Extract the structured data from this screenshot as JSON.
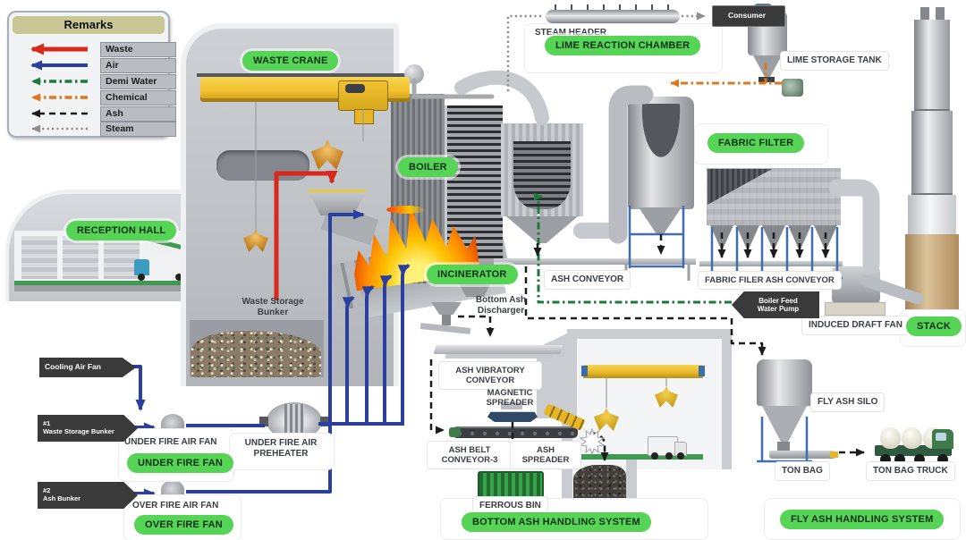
{
  "legend": {
    "title": "Remarks",
    "items": [
      {
        "label": "Waste",
        "color": "#d8291d",
        "style": "solid"
      },
      {
        "label": "Air",
        "color": "#2b3f9f",
        "style": "solid"
      },
      {
        "label": "Demi Water",
        "color": "#1d7a3c",
        "style": "dashdot"
      },
      {
        "label": "Chemical",
        "color": "#e0761f",
        "style": "dashdot"
      },
      {
        "label": "Ash",
        "color": "#1c1c1c",
        "style": "dashed"
      },
      {
        "label": "Steam",
        "color": "#8f8f8f",
        "style": "dotted"
      }
    ]
  },
  "pills": {
    "waste_crane": "WASTE CRANE",
    "boiler": "BOILER",
    "reception_hall": "RECEPTION HALL",
    "incinerator": "INCINERATOR",
    "lime_reaction_chamber": "LIME REACTION CHAMBER",
    "fabric_filter": "FABRIC FILTER",
    "stack": "STACK",
    "under_fire_fan": "UNDER FIRE FAN",
    "over_fire_fan": "OVER FIRE FAN",
    "bottom_ash_handling_system": "BOTTOM ASH HANDLING SYSTEM",
    "fly_ash_handling_system": "FLY ASH HANDLING SYSTEM"
  },
  "labels": {
    "steam_header": "STEAM HEADER",
    "lime_storage_tank": "LIME STORAGE TANK",
    "waste_storage_bunker": "Waste Storage Bunker",
    "bottom_ash_discharger": "Bottom Ash Discharger",
    "ash_conveyor": "ASH CONVEYOR",
    "fabric_filter_ash_conveyor": "FABRIC FILER ASH CONVEYOR",
    "induced_draft_fan": "INDUCED DRAFT FAN",
    "ash_vibratory_conveyor": "ASH VIBRATORY CONVEYOR",
    "magnetic_spreader": "MAGNETIC SPREADER",
    "ash_belt_conveyor_3": "ASH BELT CONVEYOR-3",
    "ash_spreader": "ASH SPREADER",
    "ferrous_bin": "FERROUS BIN",
    "under_fire_air_fan": "UNDER FIRE AIR FAN",
    "under_fire_air_preheater": "UNDER FIRE AIR PREHEATER",
    "over_fire_air_fan": "OVER FIRE AIR FAN",
    "fly_ash_silo": "FLY ASH SILO",
    "ton_bag": "TON BAG",
    "ton_bag_truck": "TON BAG TRUCK"
  },
  "tags": {
    "consumer": "Consumer",
    "cooling_air_fan": "Cooling Air Fan",
    "bunker1": {
      "line1": "#1",
      "line2": "Waste Storage Bunker"
    },
    "bunker2": {
      "line1": "#2",
      "line2": "Ash Bunker"
    },
    "boiler_feed_pump": {
      "line1": "Boiler Feed",
      "line2": "Water Pump"
    }
  },
  "colors": {
    "pill_bg": "#55d455",
    "pill_text": "#12301a",
    "tag_bg": "#3a3a3a",
    "tag_text": "#ffffff",
    "legend_title_bg": "#c9c795",
    "legend_row_bg": "#b9bcc0",
    "crane_yellow": "#f2c12e",
    "flame_orange": "#ff8c00",
    "ferrous_green": "#2f8a3e",
    "frame_blue": "#3f6fae"
  }
}
